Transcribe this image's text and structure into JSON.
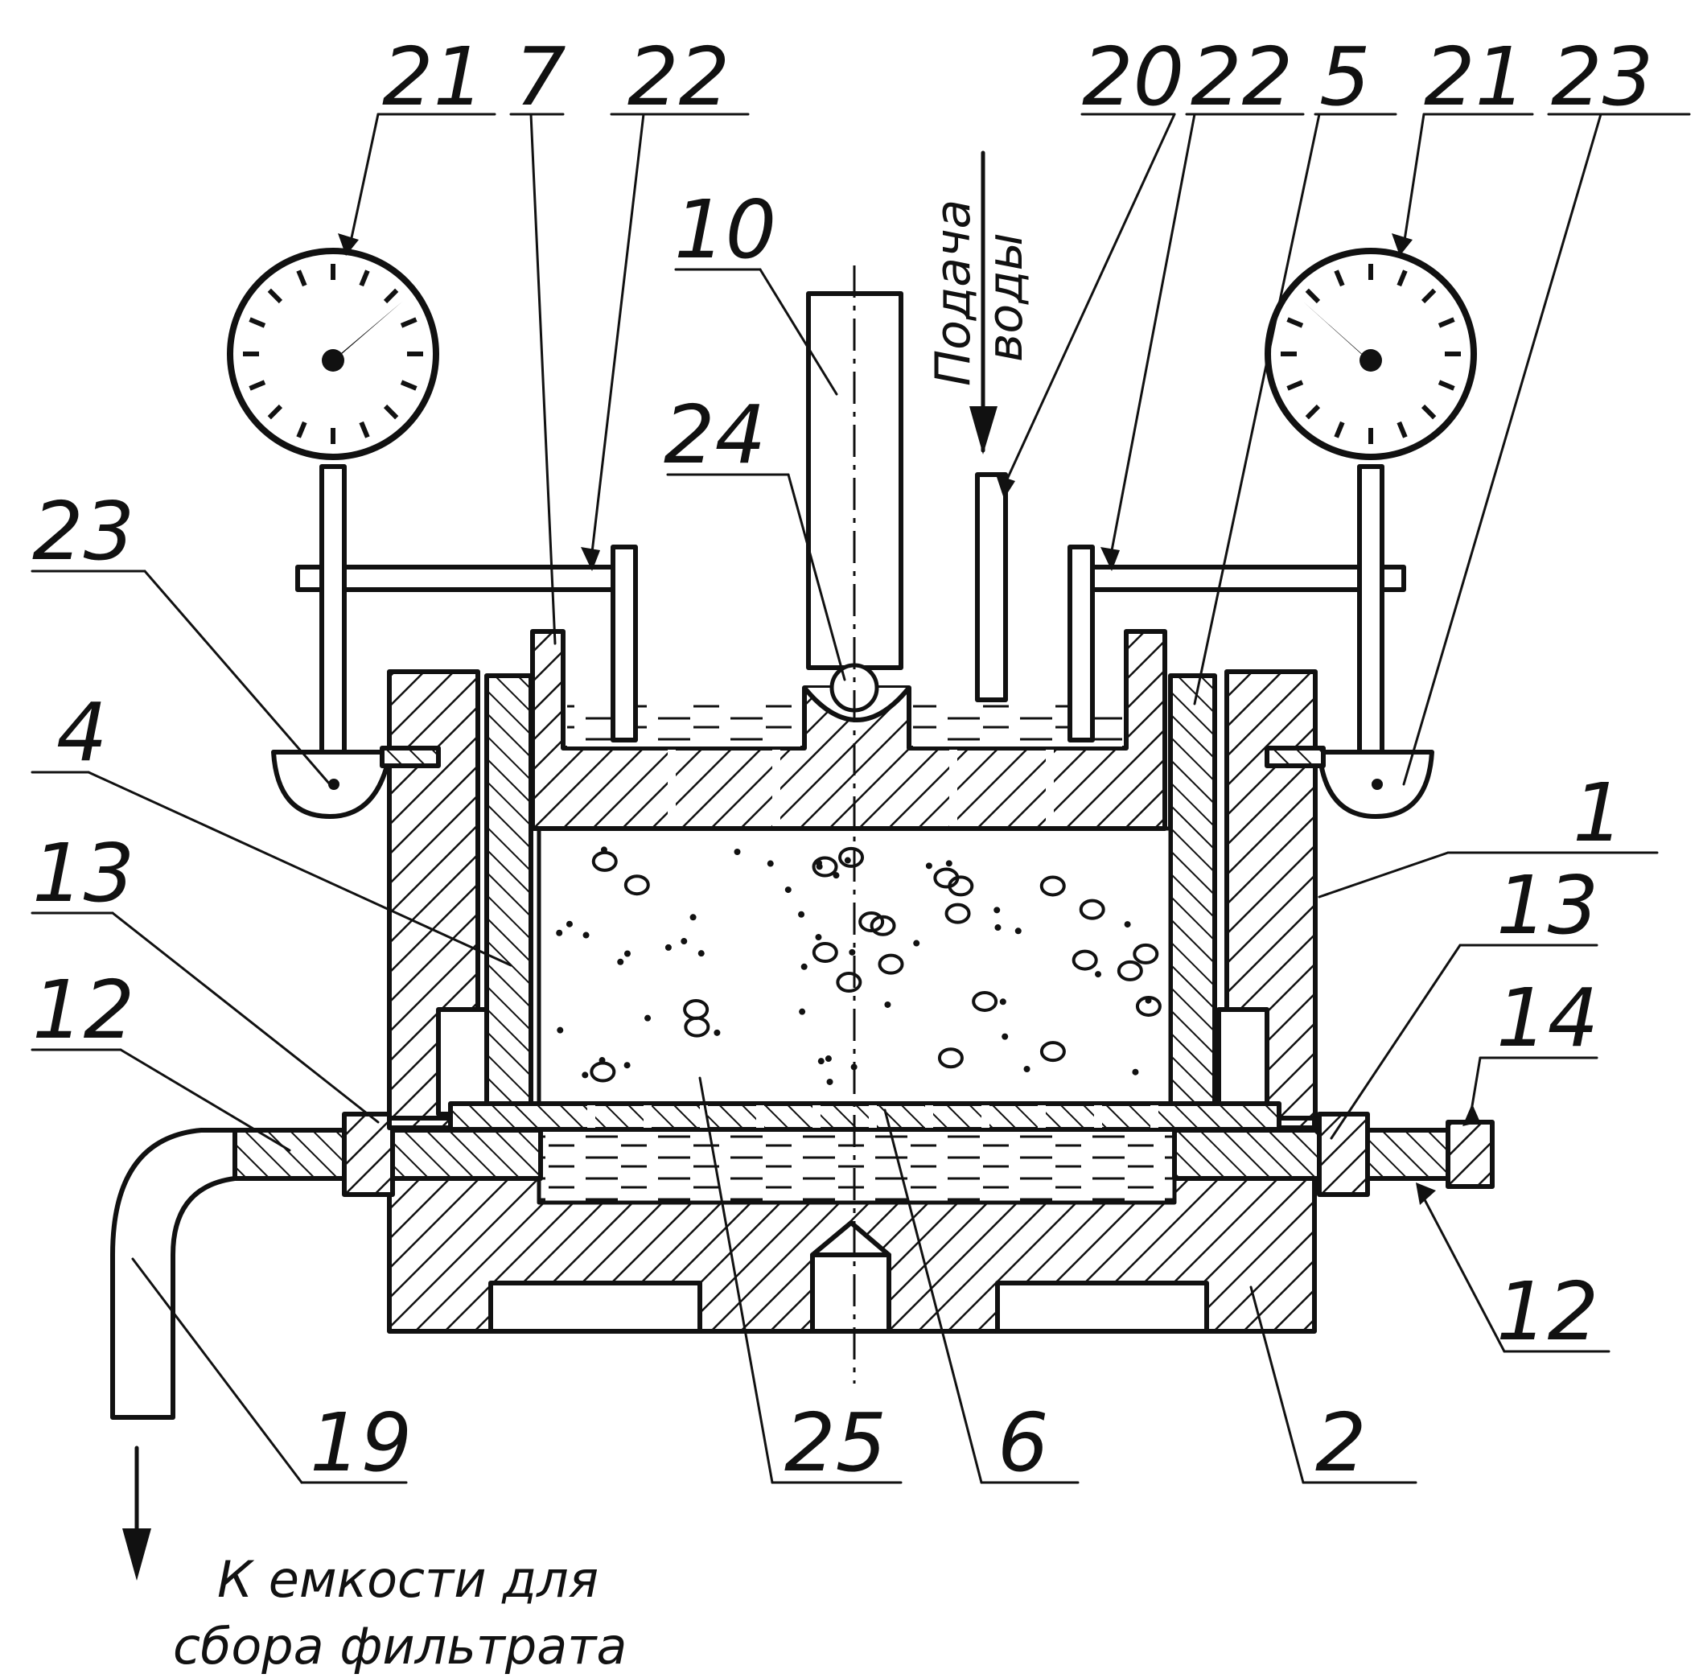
{
  "diagram": {
    "callouts": {
      "n21_left": "21",
      "n7": "7",
      "n22_left": "22",
      "n10": "10",
      "n20": "20",
      "n22_right": "22",
      "n5": "5",
      "n21_right": "21",
      "n23_top": "23",
      "n24": "24",
      "n23_left": "23",
      "n4": "4",
      "n1": "1",
      "n13_left": "13",
      "n13_right": "13",
      "n12_left": "12",
      "n14": "14",
      "n12_right": "12",
      "n19": "19",
      "n25": "25",
      "n6": "6",
      "n2": "2"
    },
    "water_supply": [
      "Подача",
      "воды"
    ],
    "outlet_caption": [
      "К емкости для",
      "сбора фильтрата"
    ]
  },
  "colors": {
    "ink": "#111111",
    "paper": "#ffffff"
  }
}
